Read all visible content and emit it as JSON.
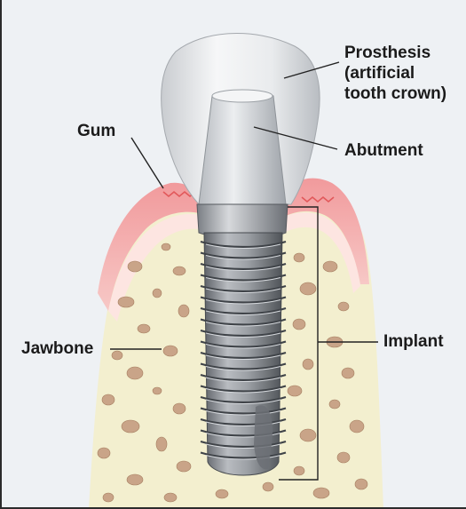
{
  "labels": {
    "prosthesis": [
      "Prosthesis",
      "(artificial",
      "tooth crown)"
    ],
    "abutment": "Abutment",
    "gum": "Gum",
    "jawbone": "Jawbone",
    "implant": "Implant"
  },
  "colors": {
    "background": "#eef1f4",
    "gum": "#f4b3b3",
    "gum_inner": "#fde7e3",
    "gum_line": "#e2585a",
    "bone": "#f3efcf",
    "bone_spots": "#c9a488",
    "crown": "#e6e8ea",
    "abutment": "#cfd2d5",
    "implant_metal": "#8f9297",
    "leader_line": "#222222"
  },
  "icons": [
    "crown-illustration",
    "abutment-illustration",
    "implant-screw-illustration",
    "gum-tissue",
    "jawbone-tissue"
  ]
}
